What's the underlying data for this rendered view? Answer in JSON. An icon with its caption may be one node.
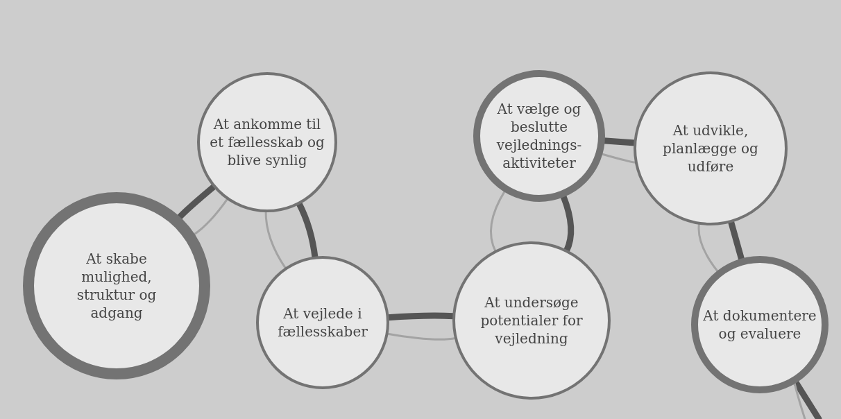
{
  "diagram": {
    "nodes": [
      {
        "text": [
          "At skabe mulighed, struktur og adgang"
        ]
      },
      {
        "text": [
          "At ankomme til et fællesskab og blive synlig"
        ]
      },
      {
        "text": [
          "At vejlede i fællesskaber"
        ]
      },
      {
        "text": [
          "At undersøge potentialer for vejledning"
        ]
      },
      {
        "text": [
          "At vælge og beslutte vejlednings-aktiviteter"
        ]
      },
      {
        "text": [
          "At udvikle, planlægge og udføre"
        ]
      },
      {
        "text": [
          "At dokumentere og evaluere"
        ]
      }
    ],
    "edges": [
      {
        "from": 0,
        "to": 1,
        "arrow": "none",
        "style": "thick"
      },
      {
        "from": 1,
        "to": 2,
        "arrow": "none",
        "style": "thick"
      },
      {
        "from": 2,
        "to": 3,
        "arrow": "none",
        "style": "thick"
      },
      {
        "from": 3,
        "to": 4,
        "arrow": "none",
        "style": "thick"
      },
      {
        "from": 4,
        "to": 5,
        "arrow": "none",
        "style": "thick"
      },
      {
        "from": 5,
        "to": 6,
        "arrow": "none",
        "style": "thick"
      },
      {
        "from": 6,
        "to": null,
        "arrow": "none",
        "style": "thick"
      },
      {
        "from": 0,
        "to": 1,
        "arrow": "none",
        "color": "#a3a3a3"
      },
      {
        "from": 1,
        "to": 2,
        "arrow": "none",
        "color": "#a3a3a3"
      },
      {
        "from": 2,
        "to": 3,
        "arrow": "none",
        "color": "#a3a3a3"
      },
      {
        "from": 3,
        "to": 4,
        "arrow": "none",
        "color": "#a3a3a3"
      },
      {
        "from": 4,
        "to": 5,
        "arrow": "none",
        "color": "#a3a3a3"
      },
      {
        "from": 5,
        "to": 6,
        "arrow": "none",
        "color": "#a3a3a3"
      },
      {
        "from": 6,
        "to": null,
        "arrow": "none",
        "color": "#a3a3a3"
      }
    ]
  }
}
